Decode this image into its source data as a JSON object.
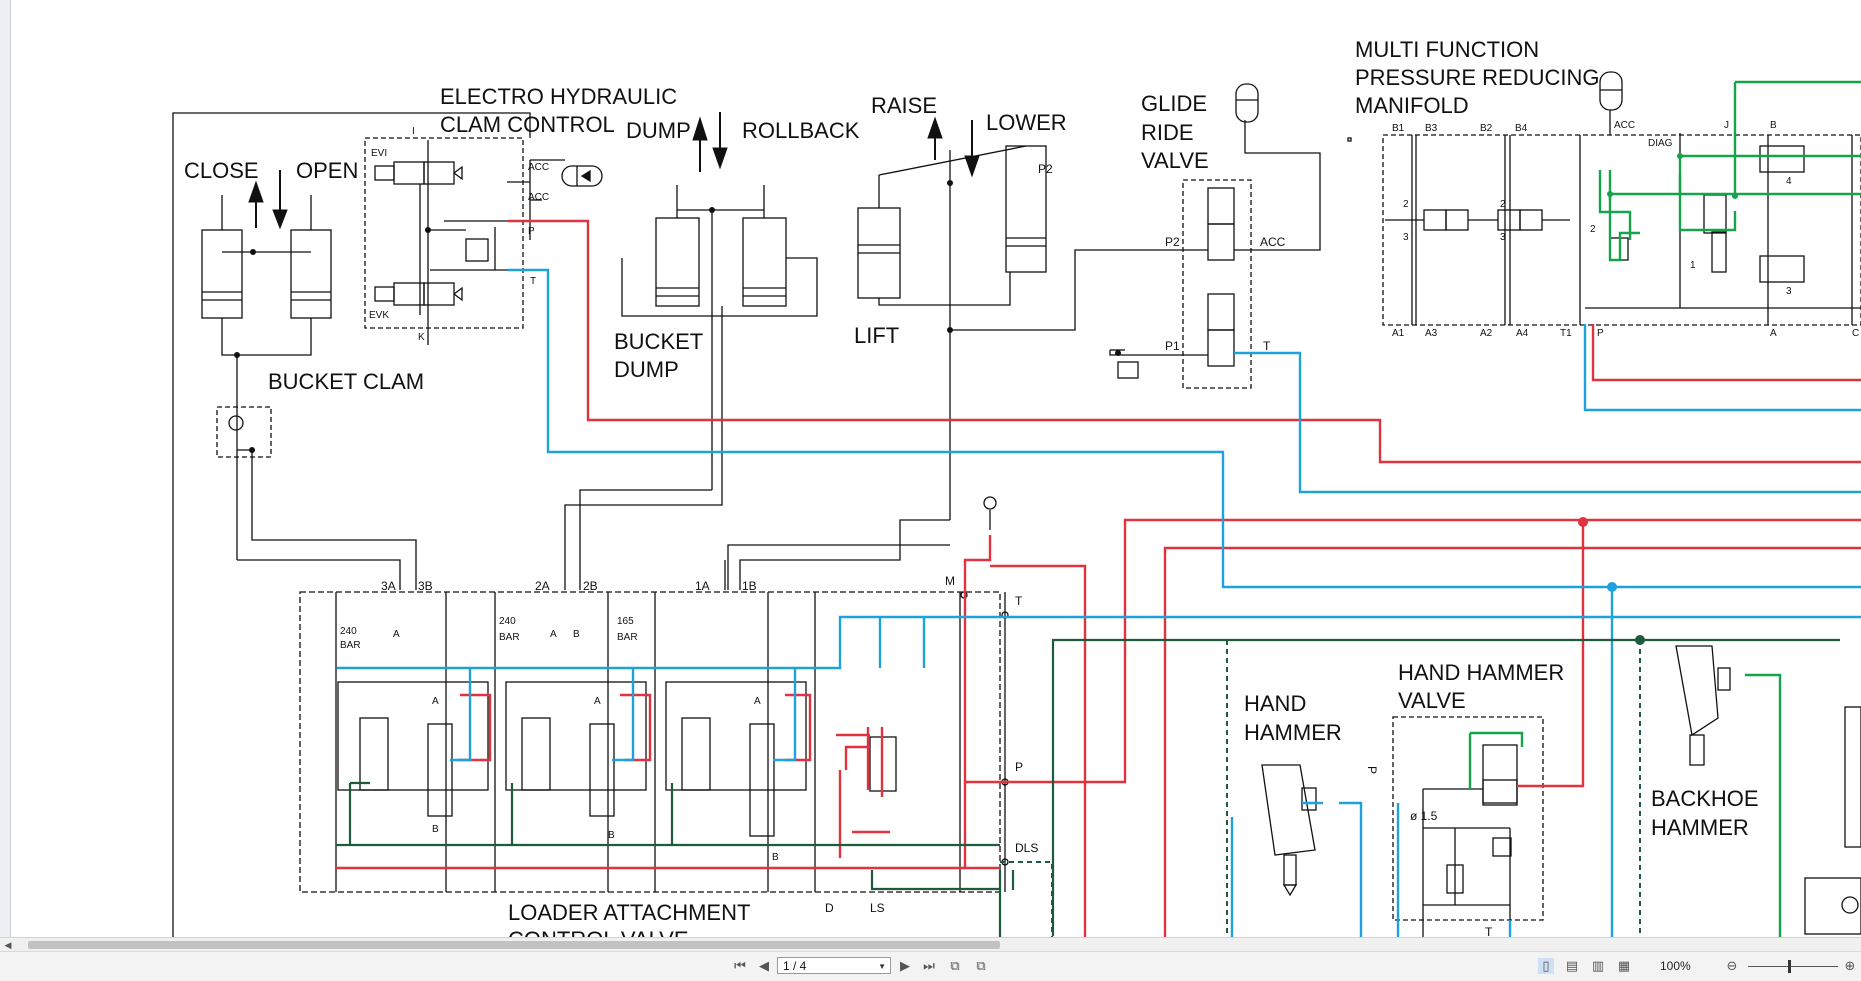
{
  "diagram": {
    "labels": {
      "close": "CLOSE",
      "open": "OPEN",
      "bucket_clam": "BUCKET  CLAM",
      "electro_hydraulic_1": "ELECTRO HYDRAULIC",
      "electro_hydraulic_2": "CLAM CONTROL",
      "dump": "DUMP",
      "rollback": "ROLLBACK",
      "bucket_dump_1": "BUCKET",
      "bucket_dump_2": "DUMP",
      "raise": "RAISE",
      "lower": "LOWER",
      "lift": "LIFT",
      "glide_1": "GLIDE",
      "glide_2": "RIDE",
      "glide_3": "VALVE",
      "mfprm_1": "MULTI FUNCTION",
      "mfprm_2": "PRESSURE REDUCING",
      "mfprm_3": "MANIFOLD",
      "loader_1": "LOADER ATTACHMENT",
      "loader_2": "CONTROL VALVE",
      "hand_hammer_1": "HAND",
      "hand_hammer_2": "HAMMER",
      "hh_valve_1": "HAND HAMMER",
      "hh_valve_2": "VALVE",
      "backhoe_1": "BACKHOE",
      "backhoe_2": "HAMMER"
    },
    "ports": {
      "evi": "EVI",
      "evk": "EVK",
      "i": "I",
      "k": "K",
      "acc1": "ACC",
      "acc2": "ACC",
      "p": "P",
      "t": "T",
      "p2": "P2",
      "gr_p2": "P2",
      "gr_acc": "ACC",
      "gr_p1": "P1",
      "gr_t": "T",
      "b1": "B1",
      "b3": "B3",
      "b2": "B2",
      "b4": "B4",
      "a1": "A1",
      "a3": "A3",
      "a2": "A2",
      "a4": "A4",
      "t1": "T1",
      "mf_p": "P",
      "mf_acc": "ACC",
      "mf_j": "J",
      "mf_b": "B",
      "mf_diag": "DIAG",
      "mf_a": "A",
      "mf_c": "C",
      "n4": "4",
      "n3": "3",
      "n1": "1",
      "n2": "2",
      "n2b": "2",
      "n3b": "3",
      "n2c": "2",
      "n3c": "3",
      "s3a": "3A",
      "s3b": "3B",
      "s2a": "2A",
      "s2b": "2B",
      "s1a": "1A",
      "s1b": "1B",
      "m": "M",
      "lt": "T",
      "lp": "P",
      "dls": "DLS",
      "d": "D",
      "ls": "LS",
      "bar240a": "240",
      "bar_a": "BAR",
      "bar240b": "240",
      "bar_b": "BAR",
      "bar165": "165",
      "bar_c": "BAR",
      "pa": "A",
      "pa2": "A",
      "pb2": "B",
      "va": "A",
      "vb": "B",
      "va2": "A",
      "vb2": "B",
      "va3": "A",
      "vb3": "B",
      "orifice": "ø 1.5",
      "hh_p": "P",
      "hh_t": "T"
    }
  },
  "toolbar": {
    "page_value": "1 / 4",
    "zoom": "100%"
  },
  "colors": {
    "pressure": "#e0323f",
    "tank": "#1ea1dc",
    "pilot": "#1f5a3c",
    "pilot_green": "#16a34a",
    "line": "#111111"
  }
}
